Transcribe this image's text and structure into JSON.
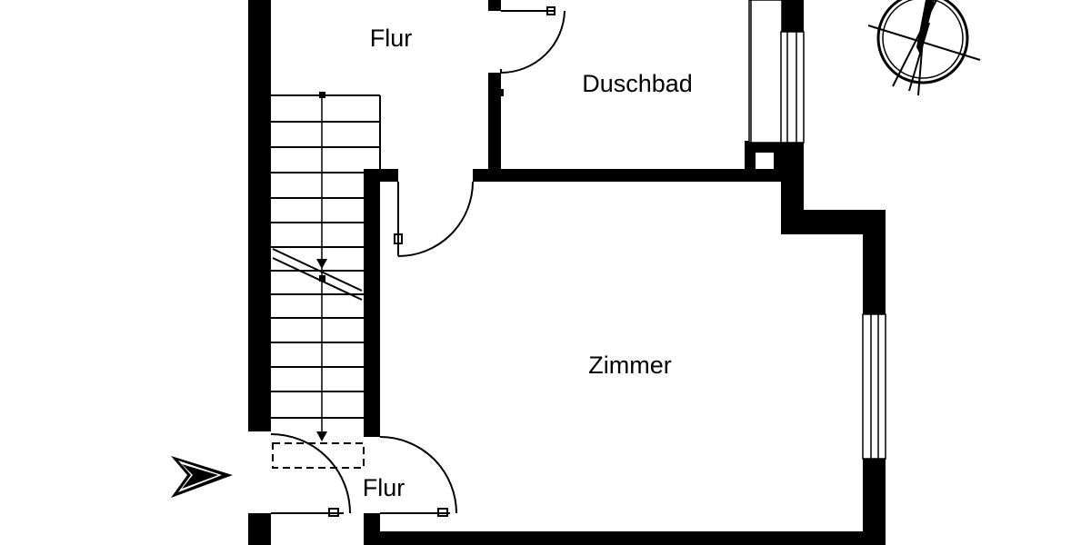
{
  "rooms": [
    {
      "key": "flur_top",
      "label": "Flur"
    },
    {
      "key": "duschbad",
      "label": "Duschbad"
    },
    {
      "key": "zimmer",
      "label": "Zimmer"
    },
    {
      "key": "flur_bottom",
      "label": "Flur"
    }
  ],
  "icons": {
    "compass": "compass-icon",
    "entrance": "entrance-arrow-icon"
  },
  "colors": {
    "wall": "#000000",
    "background": "#ffffff"
  }
}
